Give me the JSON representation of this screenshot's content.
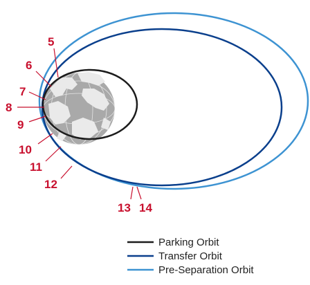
{
  "colors": {
    "parking": "#1c1c1c",
    "transfer": "#0a3f8c",
    "pre_separation": "#3d93d2",
    "labels": "#c8102e",
    "earth": "#a9a9a9",
    "earth_land": "#eaeaea"
  },
  "labels": {
    "s5": "5",
    "s6": "6",
    "s7": "7",
    "s8": "8",
    "s9": "9",
    "s10": "10",
    "s11": "11",
    "s12": "12",
    "s13": "13",
    "s14": "14"
  },
  "legend": [
    {
      "label": "Parking Orbit",
      "color": "#1c1c1c"
    },
    {
      "label": "Transfer Orbit",
      "color": "#0a3f8c"
    },
    {
      "label": "Pre-Separation Orbit",
      "color": "#3d93d2"
    }
  ]
}
